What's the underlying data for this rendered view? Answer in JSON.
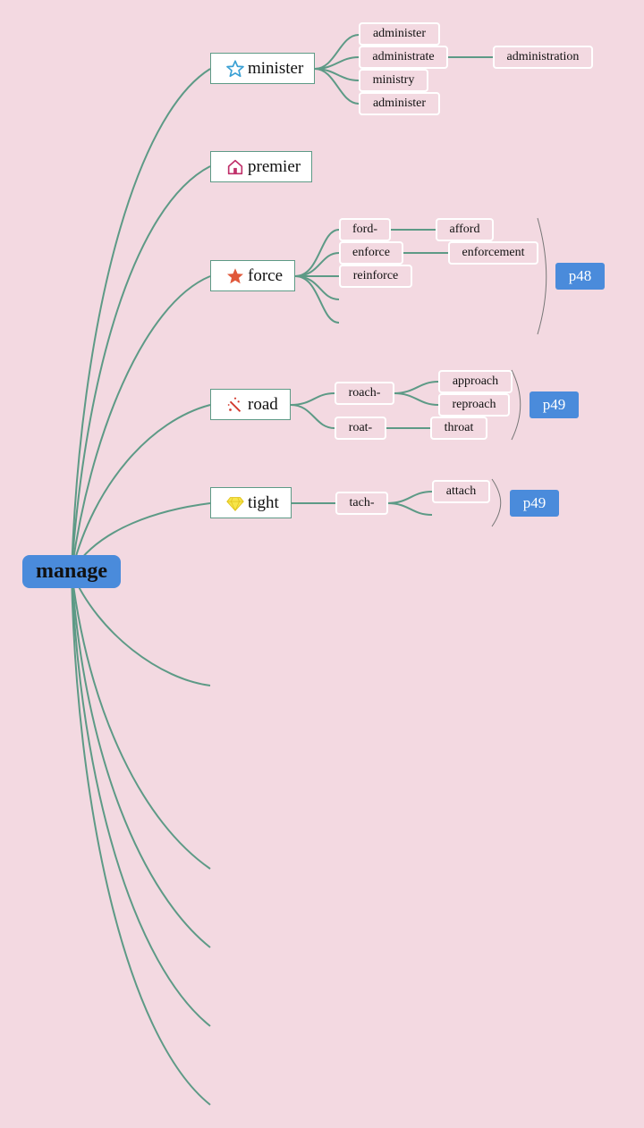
{
  "root": {
    "label": "manage"
  },
  "branches": [
    {
      "label": "minister",
      "icon": "star-outline-icon",
      "children": [
        "administer",
        "administrate",
        "ministry",
        "administer"
      ],
      "derived": [
        "administration"
      ]
    },
    {
      "label": "premier",
      "icon": "home-icon",
      "children": []
    },
    {
      "label": "force",
      "icon": "star-filled-icon",
      "children": [
        "ford-",
        "enforce",
        "reinforce"
      ],
      "derived": [
        "afford",
        "enforcement"
      ],
      "page_ref": "p48"
    },
    {
      "label": "road",
      "icon": "magic-wand-icon",
      "children": [
        "roach-",
        "roat-"
      ],
      "derived": [
        "approach",
        "reproach",
        "throat"
      ],
      "page_ref": "p49"
    },
    {
      "label": "tight",
      "icon": "diamond-icon",
      "children": [
        "tach-"
      ],
      "derived": [
        "attach"
      ],
      "page_ref": "p49"
    }
  ],
  "colors": {
    "background": "#f3d9e1",
    "connector": "#5d9a86",
    "accent": "#4a8bdb"
  }
}
